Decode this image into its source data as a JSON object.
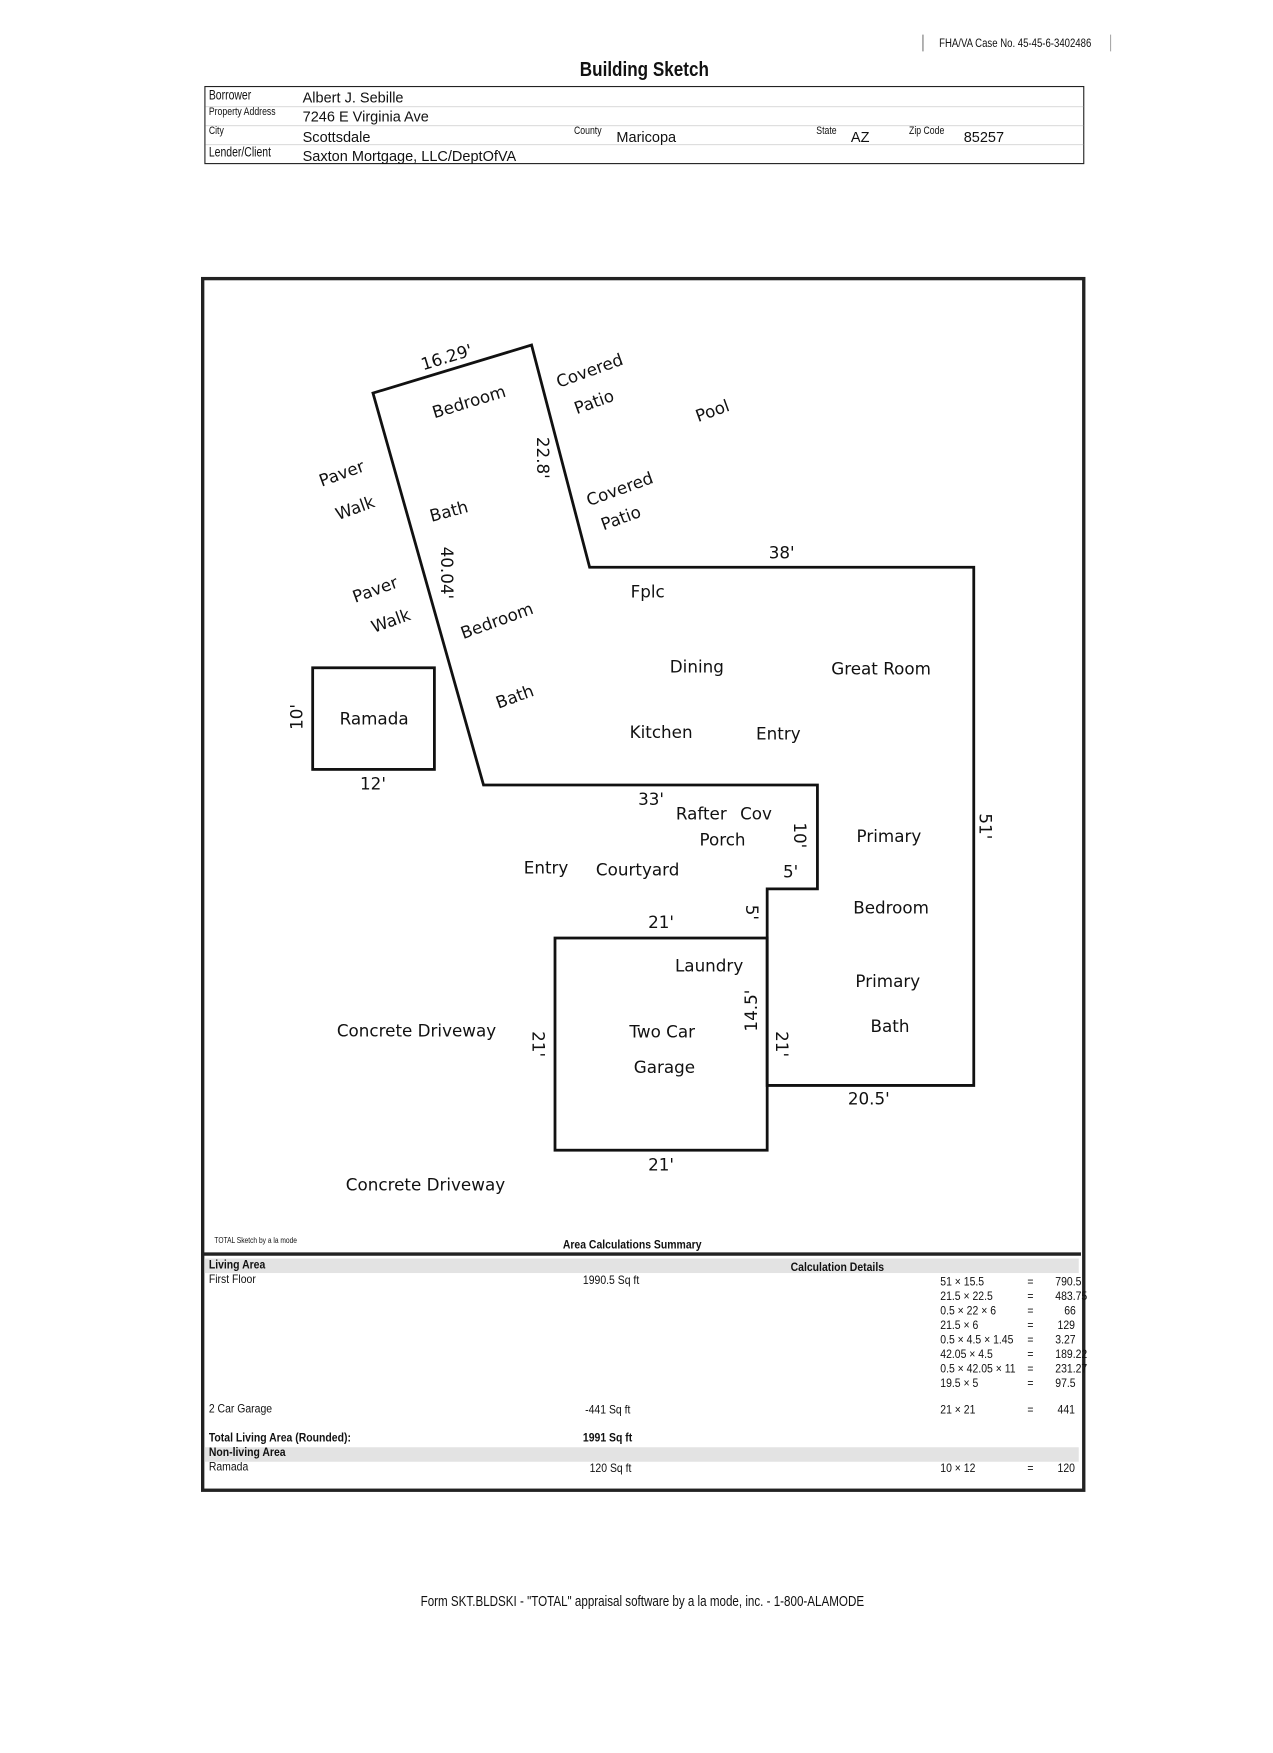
{
  "case_no": "FHA/VA Case No. 45-45-6-3402486",
  "title": "Building Sketch",
  "info": {
    "borrower_label": "Borrower",
    "borrower": "Albert J. Sebille",
    "address_label": "Property Address",
    "address": "7246 E Virginia Ave",
    "city_label": "City",
    "city": "Scottsdale",
    "county_label": "County",
    "county": "Maricopa",
    "state_label": "State",
    "state": "AZ",
    "zip_label": "Zip Code",
    "zip": "85257",
    "lender_label": "Lender/Client",
    "lender": "Saxton Mortgage, LLC/DeptOfVA"
  },
  "sketch_labels": [
    "16.29'",
    "Bedroom",
    "Covered",
    "Patio",
    "Pool",
    "22.8'",
    "Paver",
    "Walk",
    "Bath",
    "Covered",
    "Patio",
    "38'",
    "40.04'",
    "Fplc",
    "Paver",
    "Walk",
    "Bedroom",
    "Dining",
    "Great Room",
    "10'",
    "Ramada",
    "Bath",
    "Kitchen",
    "Entry",
    "12'",
    "33'",
    "Rafter",
    "Cov",
    "Porch",
    "10'",
    "Primary",
    "51'",
    "Entry",
    "Courtyard",
    "5'",
    "5'",
    "Bedroom",
    "21'",
    "Laundry",
    "Primary",
    "14.5'",
    "Two Car",
    "Concrete Driveway",
    "21'",
    "21'",
    "Bath",
    "Garage",
    "20.5'",
    "21'",
    "Concrete Driveway"
  ],
  "summary": {
    "software": "TOTAL Sketch by a la mode",
    "title": "Area Calculations Summary",
    "living_area": "Living Area",
    "calc_details": "Calculation Details",
    "first_floor": "First Floor",
    "first_floor_area": "1990.5 Sq ft",
    "calcs": [
      [
        "51 × 15.5",
        "=",
        "790.5"
      ],
      [
        "21.5 × 22.5",
        "=",
        "483.75"
      ],
      [
        "0.5 × 22 × 6",
        "=",
        "66"
      ],
      [
        "21.5 × 6",
        "=",
        "129"
      ],
      [
        "0.5 × 4.5 × 1.45",
        "=",
        "3.27"
      ],
      [
        "42.05 × 4.5",
        "=",
        "189.22"
      ],
      [
        "0.5 × 42.05 × 11",
        "=",
        "231.27"
      ],
      [
        "19.5 × 5",
        "=",
        "97.5"
      ]
    ],
    "garage": "2 Car Garage",
    "garage_area": "-441 Sq ft",
    "garage_calc": [
      "21 × 21",
      "=",
      "441"
    ],
    "total_label": "Total Living Area (Rounded):",
    "total": "1991 Sq ft",
    "non_living": "Non-living Area",
    "ramada": "Ramada",
    "ramada_area": "120 Sq ft",
    "ramada_calc": [
      "10 × 12",
      "=",
      "120"
    ]
  },
  "footer": "Form SKT.BLDSKI - \"TOTAL\" appraisal software by a la mode, inc. - 1-800-ALAMODE"
}
